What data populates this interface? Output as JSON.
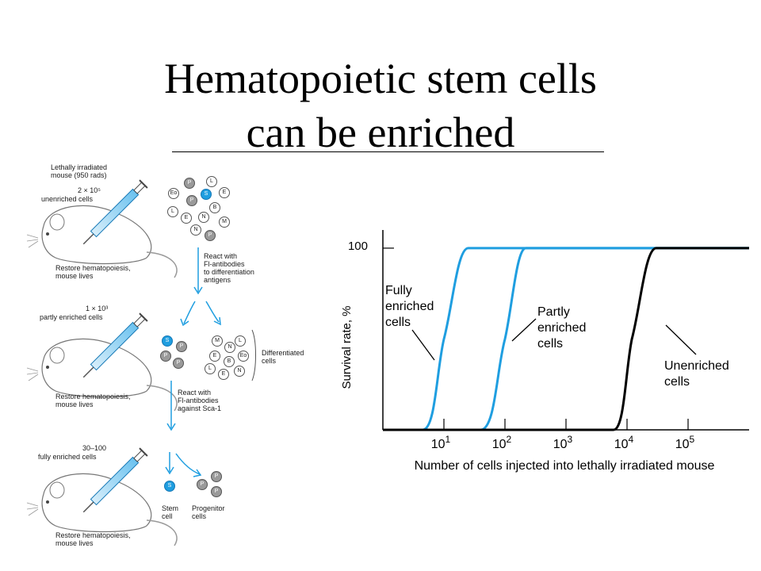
{
  "title": {
    "line1": "Hematopoietic stem cells",
    "line2": "can be enriched"
  },
  "diagram": {
    "step1": {
      "mouse_label": "Lethally irradiated\nmouse (950 rads)",
      "dose": "2 × 10⁵",
      "cells": "unenriched cells",
      "result": "Restore hematopoiesis,\nmouse lives",
      "reaction": "React with\nFl-antibodies\nto differentiation\nantigens",
      "cell_letters": [
        "P",
        "L",
        "Eo",
        "S",
        "E",
        "P",
        "B",
        "L",
        "E",
        "N",
        "M",
        "N",
        "P"
      ]
    },
    "step2": {
      "dose": "1 × 10³",
      "cells": "partly enriched cells",
      "result": "Restore hematopoiesis,\nmouse lives",
      "differentiated": "Differentiated\ncells",
      "reaction": "React with\nFl-antibodies\nagainst Sca-1",
      "left_cells": [
        "S",
        "P",
        "P",
        "P"
      ],
      "right_cells": [
        "M",
        "L",
        "N",
        "E",
        "Eo",
        "B",
        "L",
        "E",
        "N"
      ]
    },
    "step3": {
      "dose": "30–100",
      "cells": "fully enriched cells",
      "result": "Restore hematopoiesis,\nmouse lives",
      "stem": "Stem\ncell",
      "progenitor": "Progenitor\ncells"
    }
  },
  "chart_data": {
    "type": "line",
    "xlabel": "Number of cells injected into lethally irradiated mouse",
    "ylabel": "Survival rate, %",
    "x_scale": "log",
    "xlim": [
      1,
      1000000
    ],
    "x_ticks": [
      {
        "value": 10,
        "base": "10",
        "exp": "1"
      },
      {
        "value": 100,
        "base": "10",
        "exp": "2"
      },
      {
        "value": 1000,
        "base": "10",
        "exp": "3"
      },
      {
        "value": 10000,
        "base": "10",
        "exp": "4"
      },
      {
        "value": 100000,
        "base": "10",
        "exp": "5"
      }
    ],
    "ylim": [
      0,
      110
    ],
    "y_ticks": [
      {
        "value": 100,
        "label": "100"
      }
    ],
    "series": [
      {
        "name": "Fully enriched cells",
        "color": "#1f9ee0",
        "x": [
          1,
          4.5,
          10,
          25,
          60,
          1000000
        ],
        "y": [
          0,
          0,
          50,
          100,
          100,
          100
        ]
      },
      {
        "name": "Partly enriched cells",
        "color": "#1f9ee0",
        "x": [
          1,
          40,
          100,
          220,
          500,
          1000000
        ],
        "y": [
          0,
          0,
          50,
          100,
          100,
          100
        ]
      },
      {
        "name": "Unenriched cells",
        "color": "#000000",
        "x": [
          1,
          6000,
          12000,
          30000,
          60000,
          1000000
        ],
        "y": [
          0,
          0,
          50,
          100,
          100,
          100
        ]
      }
    ]
  }
}
